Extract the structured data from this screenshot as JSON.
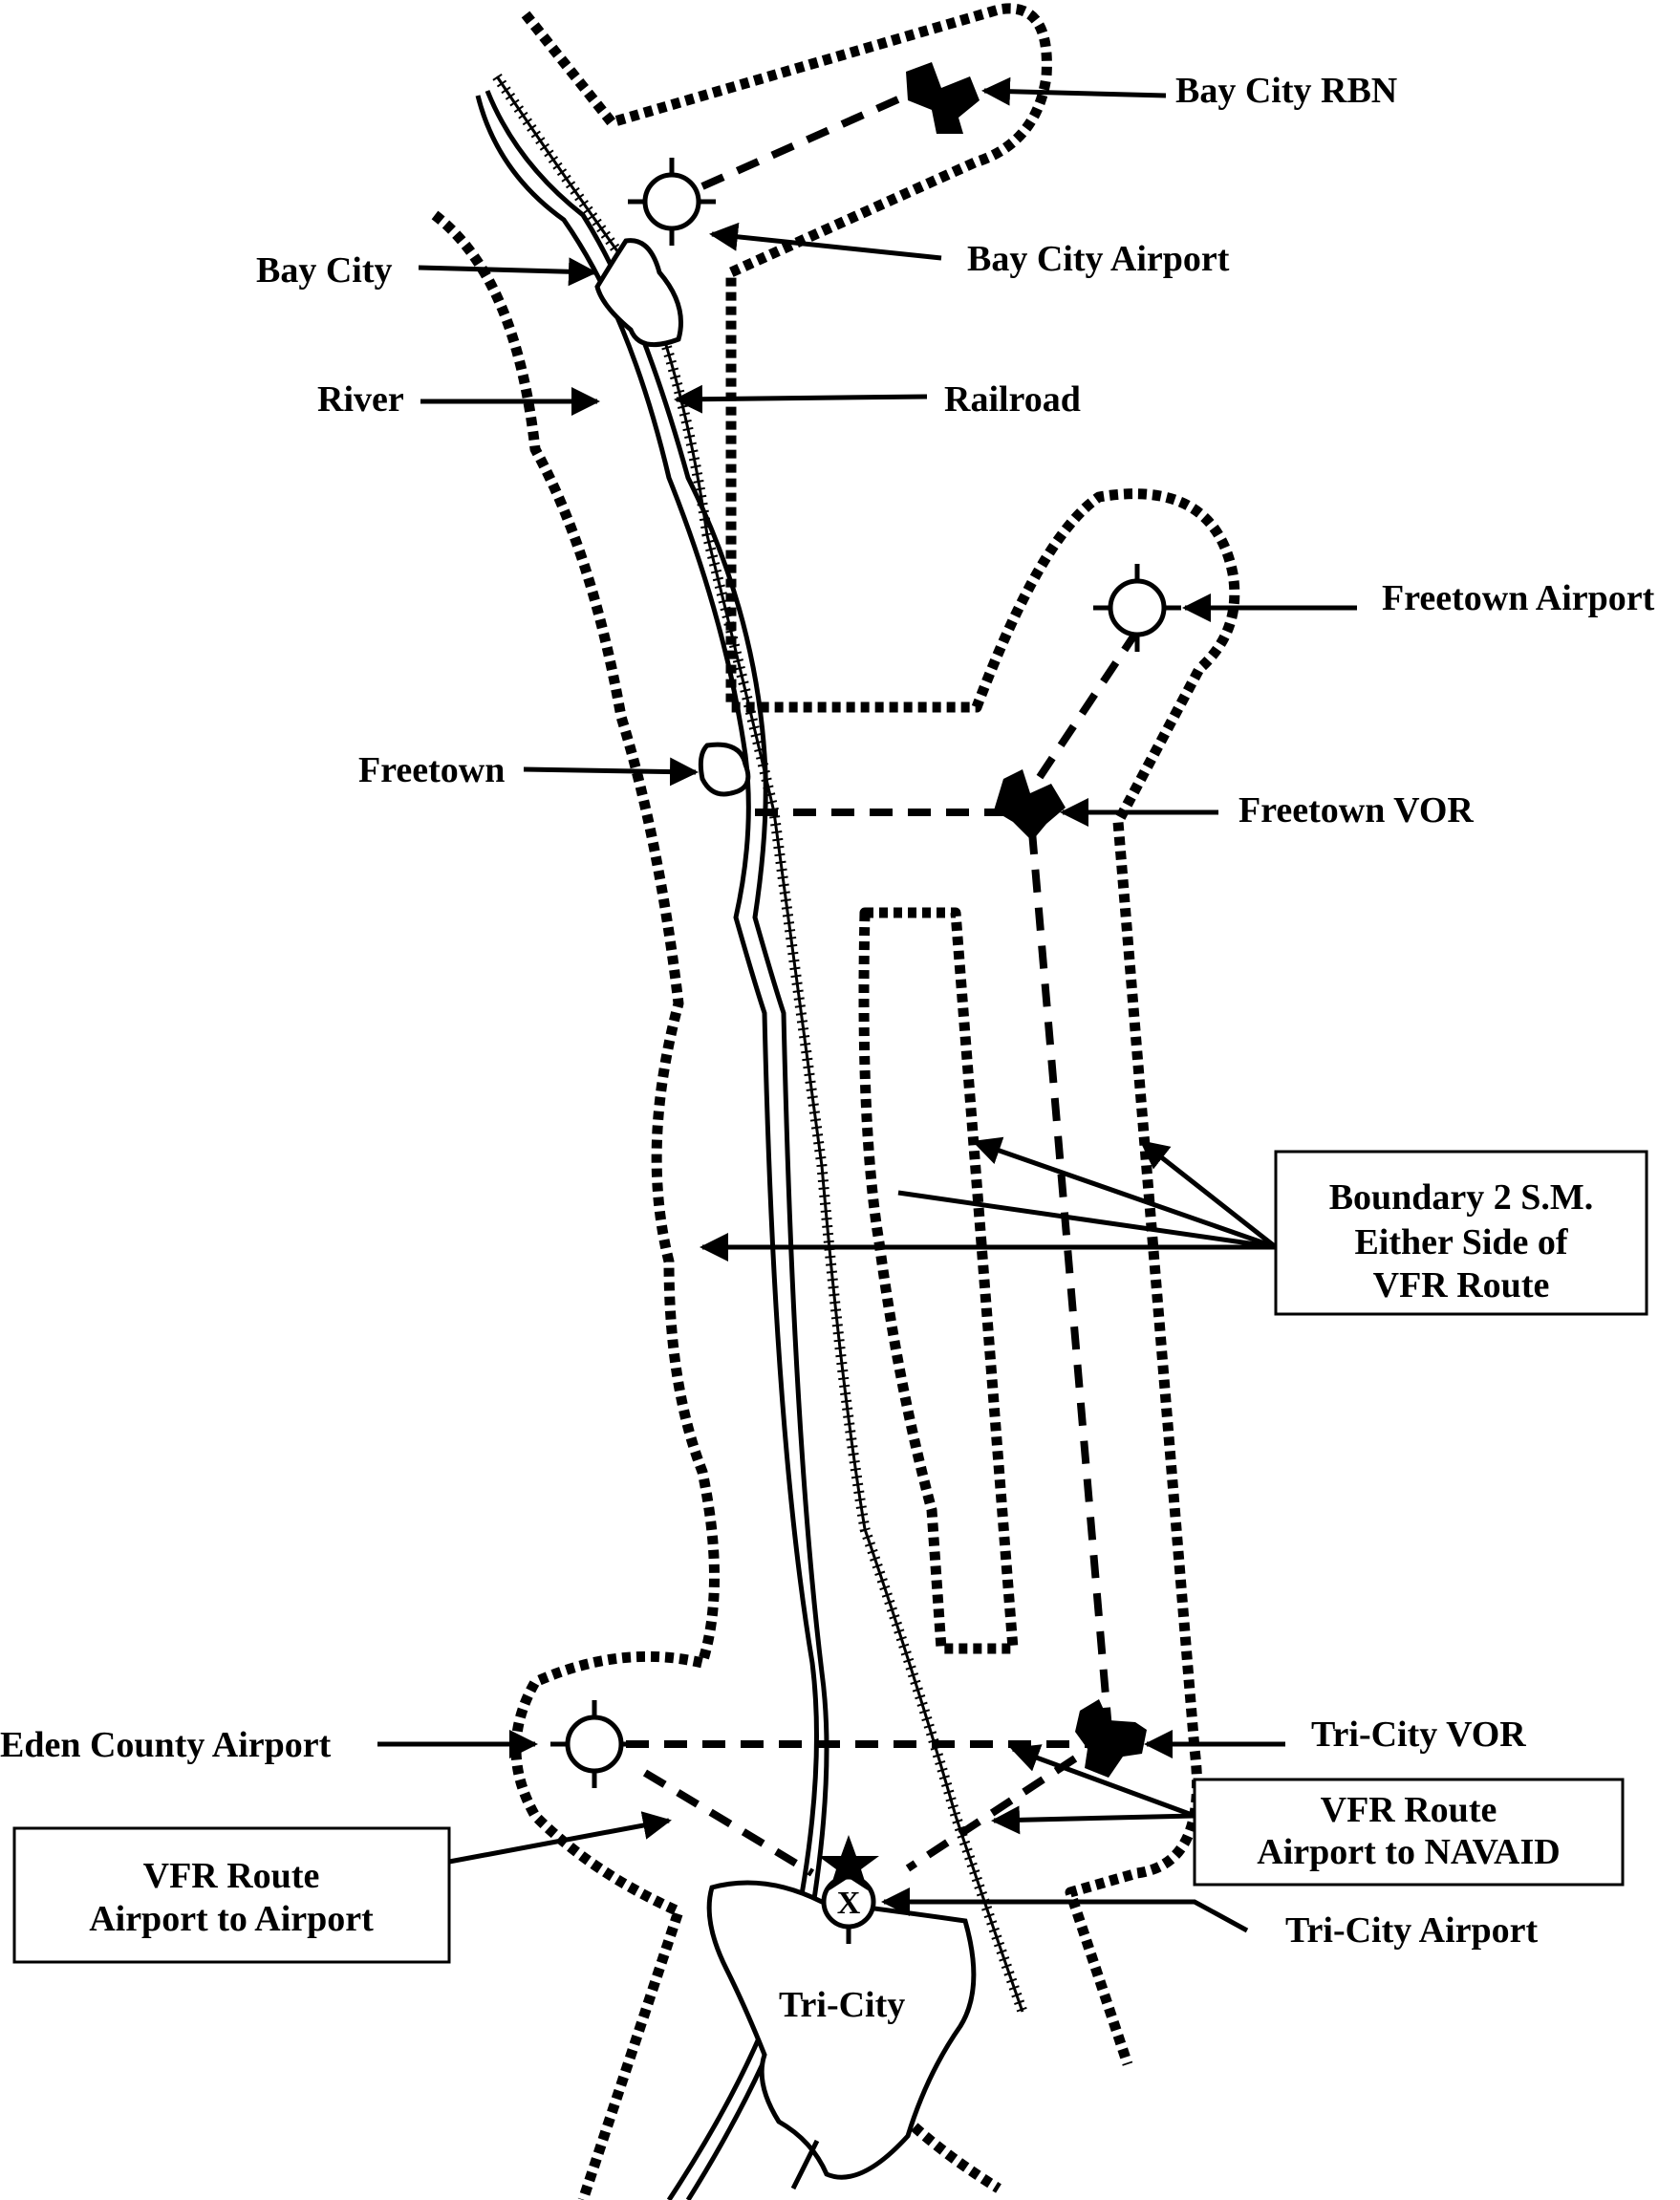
{
  "labels": {
    "bay_city_rbn": "Bay City RBN",
    "bay_city_airport": "Bay City Airport",
    "bay_city": "Bay City",
    "river": "River",
    "railroad": "Railroad",
    "freetown_airport": "Freetown Airport",
    "freetown": "Freetown",
    "freetown_vor": "Freetown VOR",
    "boundary_note": [
      "Boundary 2 S.M.",
      "Either Side of",
      "VFR Route"
    ],
    "eden_county_airport": "Eden County Airport",
    "tri_city_vor": "Tri-City VOR",
    "vfr_route_airport_to_navaid": [
      "VFR Route",
      "Airport to NAVAID"
    ],
    "vfr_route_airport_to_airport": [
      "VFR Route",
      "Airport to Airport"
    ],
    "tri_city_airport": "Tri-City Airport",
    "tri_city": "Tri-City",
    "airport_marker": "X"
  },
  "colors": {
    "ink": "#000000",
    "paper": "#ffffff"
  },
  "icons": {
    "airport": "airport-circle-icon",
    "vor": "vor-navaid-icon",
    "rbn": "rbn-beacon-icon",
    "star": "star-icon"
  }
}
